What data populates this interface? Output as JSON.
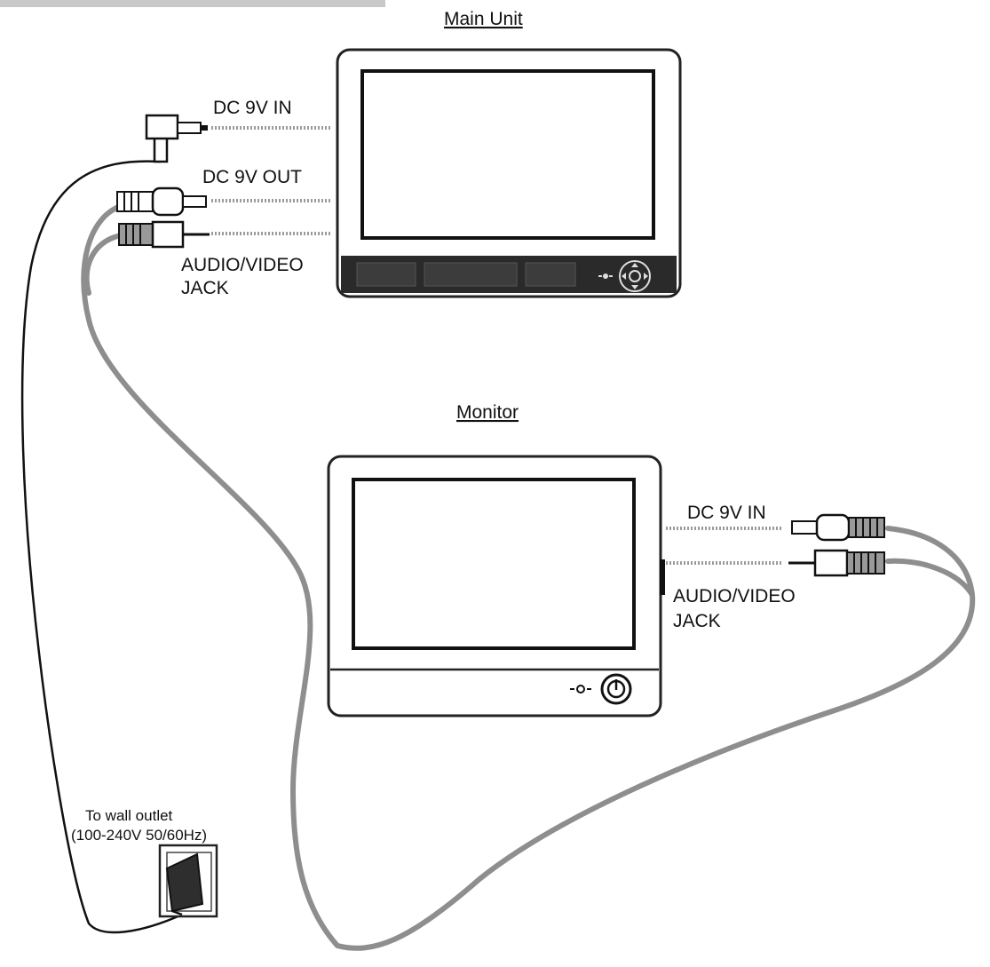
{
  "main_unit": {
    "title": "Main Unit",
    "labels": {
      "dc_in": "DC 9V IN",
      "dc_out": "DC 9V OUT",
      "av_jack_line1": "AUDIO/VIDEO",
      "av_jack_line2": "JACK"
    }
  },
  "monitor": {
    "title": "Monitor",
    "labels": {
      "dc_in": "DC 9V IN",
      "av_jack_line1": "AUDIO/VIDEO",
      "av_jack_line2": "JACK"
    }
  },
  "outlet": {
    "line1": "To wall outlet",
    "line2": "(100-240V 50/60Hz)"
  },
  "colors": {
    "cable_gray": "#8e8e8e",
    "outline": "#222222",
    "header_bar": "#c8c8c8"
  },
  "icons": [
    "power-adapter-icon",
    "wall-socket-icon",
    "power-button-icon",
    "dpad-icon",
    "led-icon"
  ]
}
